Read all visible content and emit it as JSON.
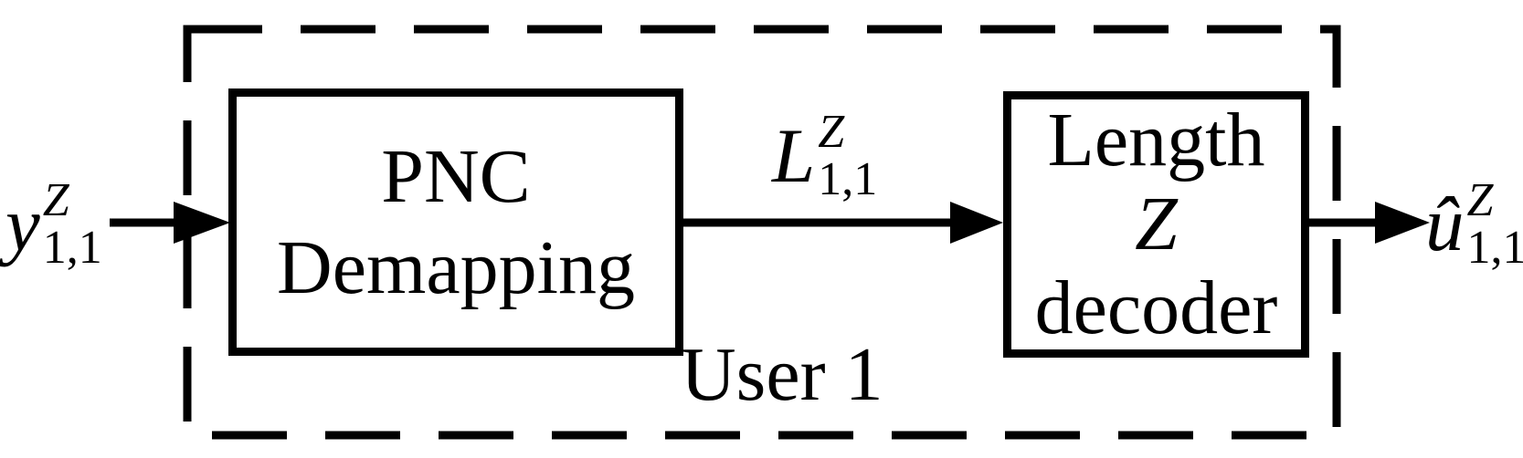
{
  "figure": {
    "group_label": "User 1",
    "input_signal": {
      "base": "y",
      "superscript": "Z",
      "subscript": "1,1"
    },
    "pnc_block": {
      "line1": "PNC",
      "line2": "Demapping"
    },
    "llr_signal": {
      "base": "L",
      "superscript": "Z",
      "subscript": "1,1"
    },
    "decoder_block": {
      "line1": "Length",
      "line2": "Z",
      "line3": "decoder"
    },
    "output_signal": {
      "base": "û",
      "superscript": "Z",
      "subscript": "1,1"
    },
    "colors": {
      "stroke": "#000000",
      "background": "#ffffff"
    }
  }
}
